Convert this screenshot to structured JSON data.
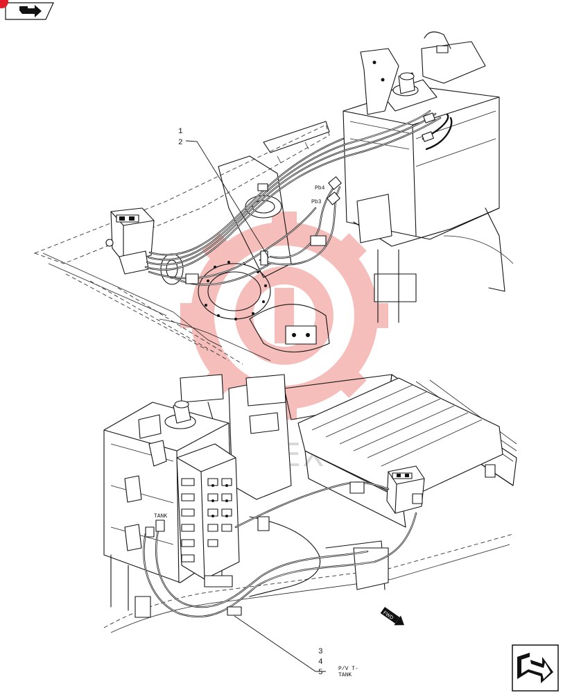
{
  "callouts": {
    "upper_1": "1",
    "upper_2": "2",
    "lower_3": "3",
    "lower_4": "4",
    "lower_5": "5"
  },
  "port_labels": {
    "pb4": "Pb4",
    "pb3": "Pb3",
    "tank": "TANK",
    "pv_t_line1": "P/V T-",
    "pv_t_line2": "TANK",
    "fwd": "FWD"
  },
  "watermark": {
    "text": "ИНТЕХ",
    "color": "#e8473c"
  },
  "icons": {
    "top_nav": "arrow-nav-icon",
    "corner_nav": "arrow-nav-icon",
    "corner_badge": "red-badge-icon"
  }
}
